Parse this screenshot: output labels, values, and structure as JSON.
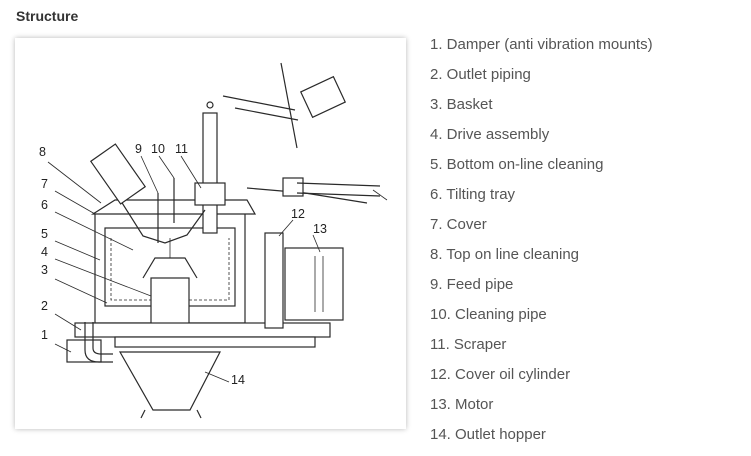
{
  "title": "Structure",
  "figure_labels": [
    "1",
    "2",
    "3",
    "4",
    "5",
    "6",
    "7",
    "8",
    "9",
    "10",
    "11",
    "12",
    "13",
    "14"
  ],
  "legend": [
    "1. Damper (anti vibration mounts)",
    "2. Outlet piping",
    "3. Basket",
    "4. Drive assembly",
    "5. Bottom on-line cleaning",
    "6. Tilting tray",
    "7. Cover",
    "8. Top on line cleaning",
    "9. Feed pipe",
    "10. Cleaning pipe",
    "11. Scraper",
    "12. Cover oil cylinder",
    "13. Motor",
    "14. Outlet hopper"
  ]
}
